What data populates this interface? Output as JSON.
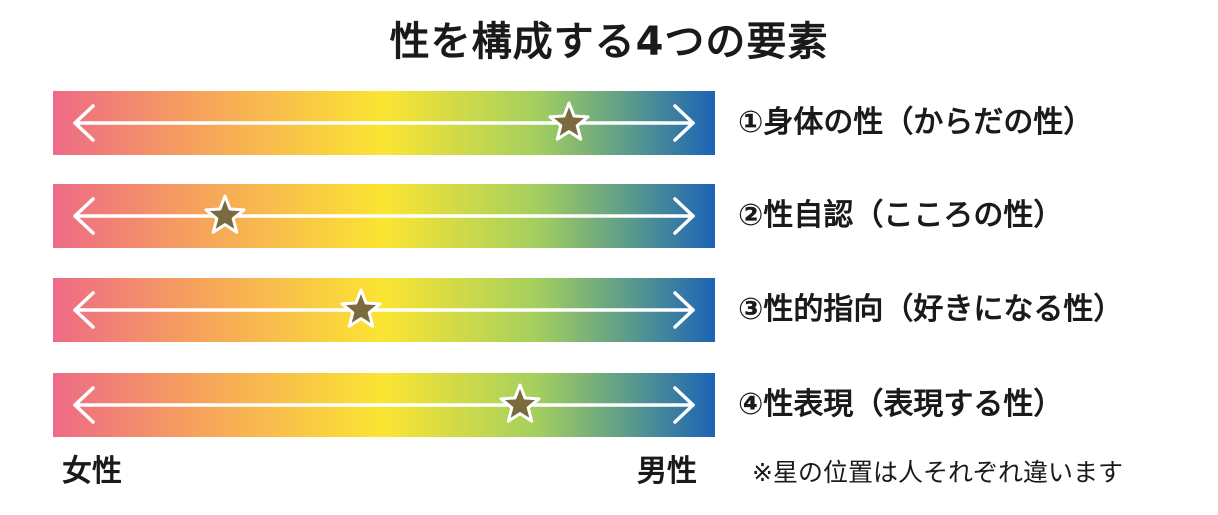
{
  "title": "性を構成する4つの要素",
  "rows": [
    {
      "label": "①身体の性（からだの性）",
      "position": 0.78
    },
    {
      "label": "②性自認（こころの性）",
      "position": 0.26
    },
    {
      "label": "③性的指向（好きになる性）",
      "position": 0.465
    },
    {
      "label": "④性表現（表現する性）",
      "position": 0.705
    }
  ],
  "scale": {
    "left_label": "女性",
    "right_label": "男性"
  },
  "note": "※星の位置は人それぞれ違います",
  "colors": {
    "gradient": [
      "#ee6a86",
      "#f6a35c",
      "#fbe532",
      "#a4cf5e",
      "#56978f",
      "#1c63b6"
    ],
    "arrow": "#ffffff",
    "star_fill": "#7b6a3e",
    "star_stroke": "#ffffff"
  }
}
